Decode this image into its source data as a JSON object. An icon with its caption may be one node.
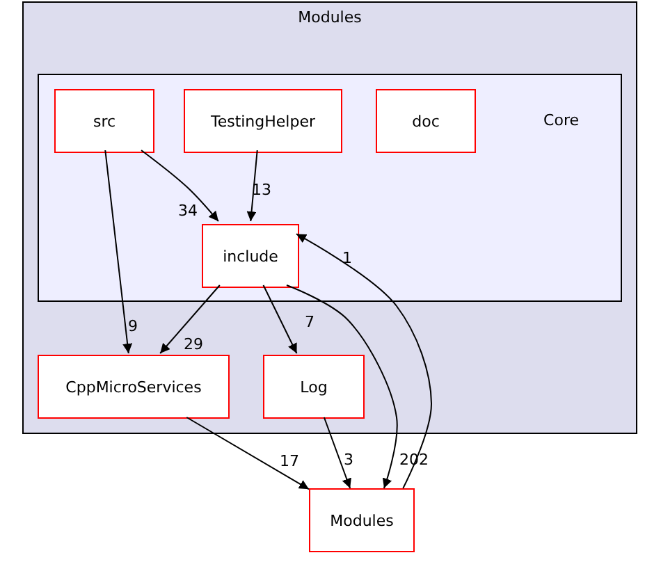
{
  "diagram": {
    "nodes": [
      {
        "text": [
          "Modules"
        ]
      },
      {
        "text": [
          "Core"
        ],
        "in": 0
      },
      {
        "text": [
          "src"
        ],
        "in": 1
      },
      {
        "text": [
          "TestingHelper"
        ],
        "in": 1
      },
      {
        "text": [
          "doc"
        ],
        "in": 1
      },
      {
        "text": [
          "include"
        ],
        "in": 1
      },
      {
        "text": [
          "CppMicroServices"
        ],
        "in": 0
      },
      {
        "text": [
          "Log"
        ],
        "in": 0
      },
      {
        "text": [
          "Modules"
        ]
      }
    ],
    "edges": [
      {
        "from": 2,
        "to": 5,
        "arrow": "to",
        "label": "34"
      },
      {
        "from": 3,
        "to": 5,
        "arrow": "to",
        "label": "13"
      },
      {
        "from": 2,
        "to": 6,
        "arrow": "to",
        "label": "9"
      },
      {
        "from": 5,
        "to": 6,
        "arrow": "to",
        "label": "29"
      },
      {
        "from": 5,
        "to": 7,
        "arrow": "to",
        "label": "7"
      },
      {
        "from": 5,
        "to": 8,
        "arrow": "to",
        "label": "202"
      },
      {
        "from": 8,
        "to": 5,
        "arrow": "to",
        "label": "1"
      },
      {
        "from": 7,
        "to": 8,
        "arrow": "to",
        "label": "3"
      },
      {
        "from": 6,
        "to": 8,
        "arrow": "to",
        "label": "17"
      }
    ]
  }
}
